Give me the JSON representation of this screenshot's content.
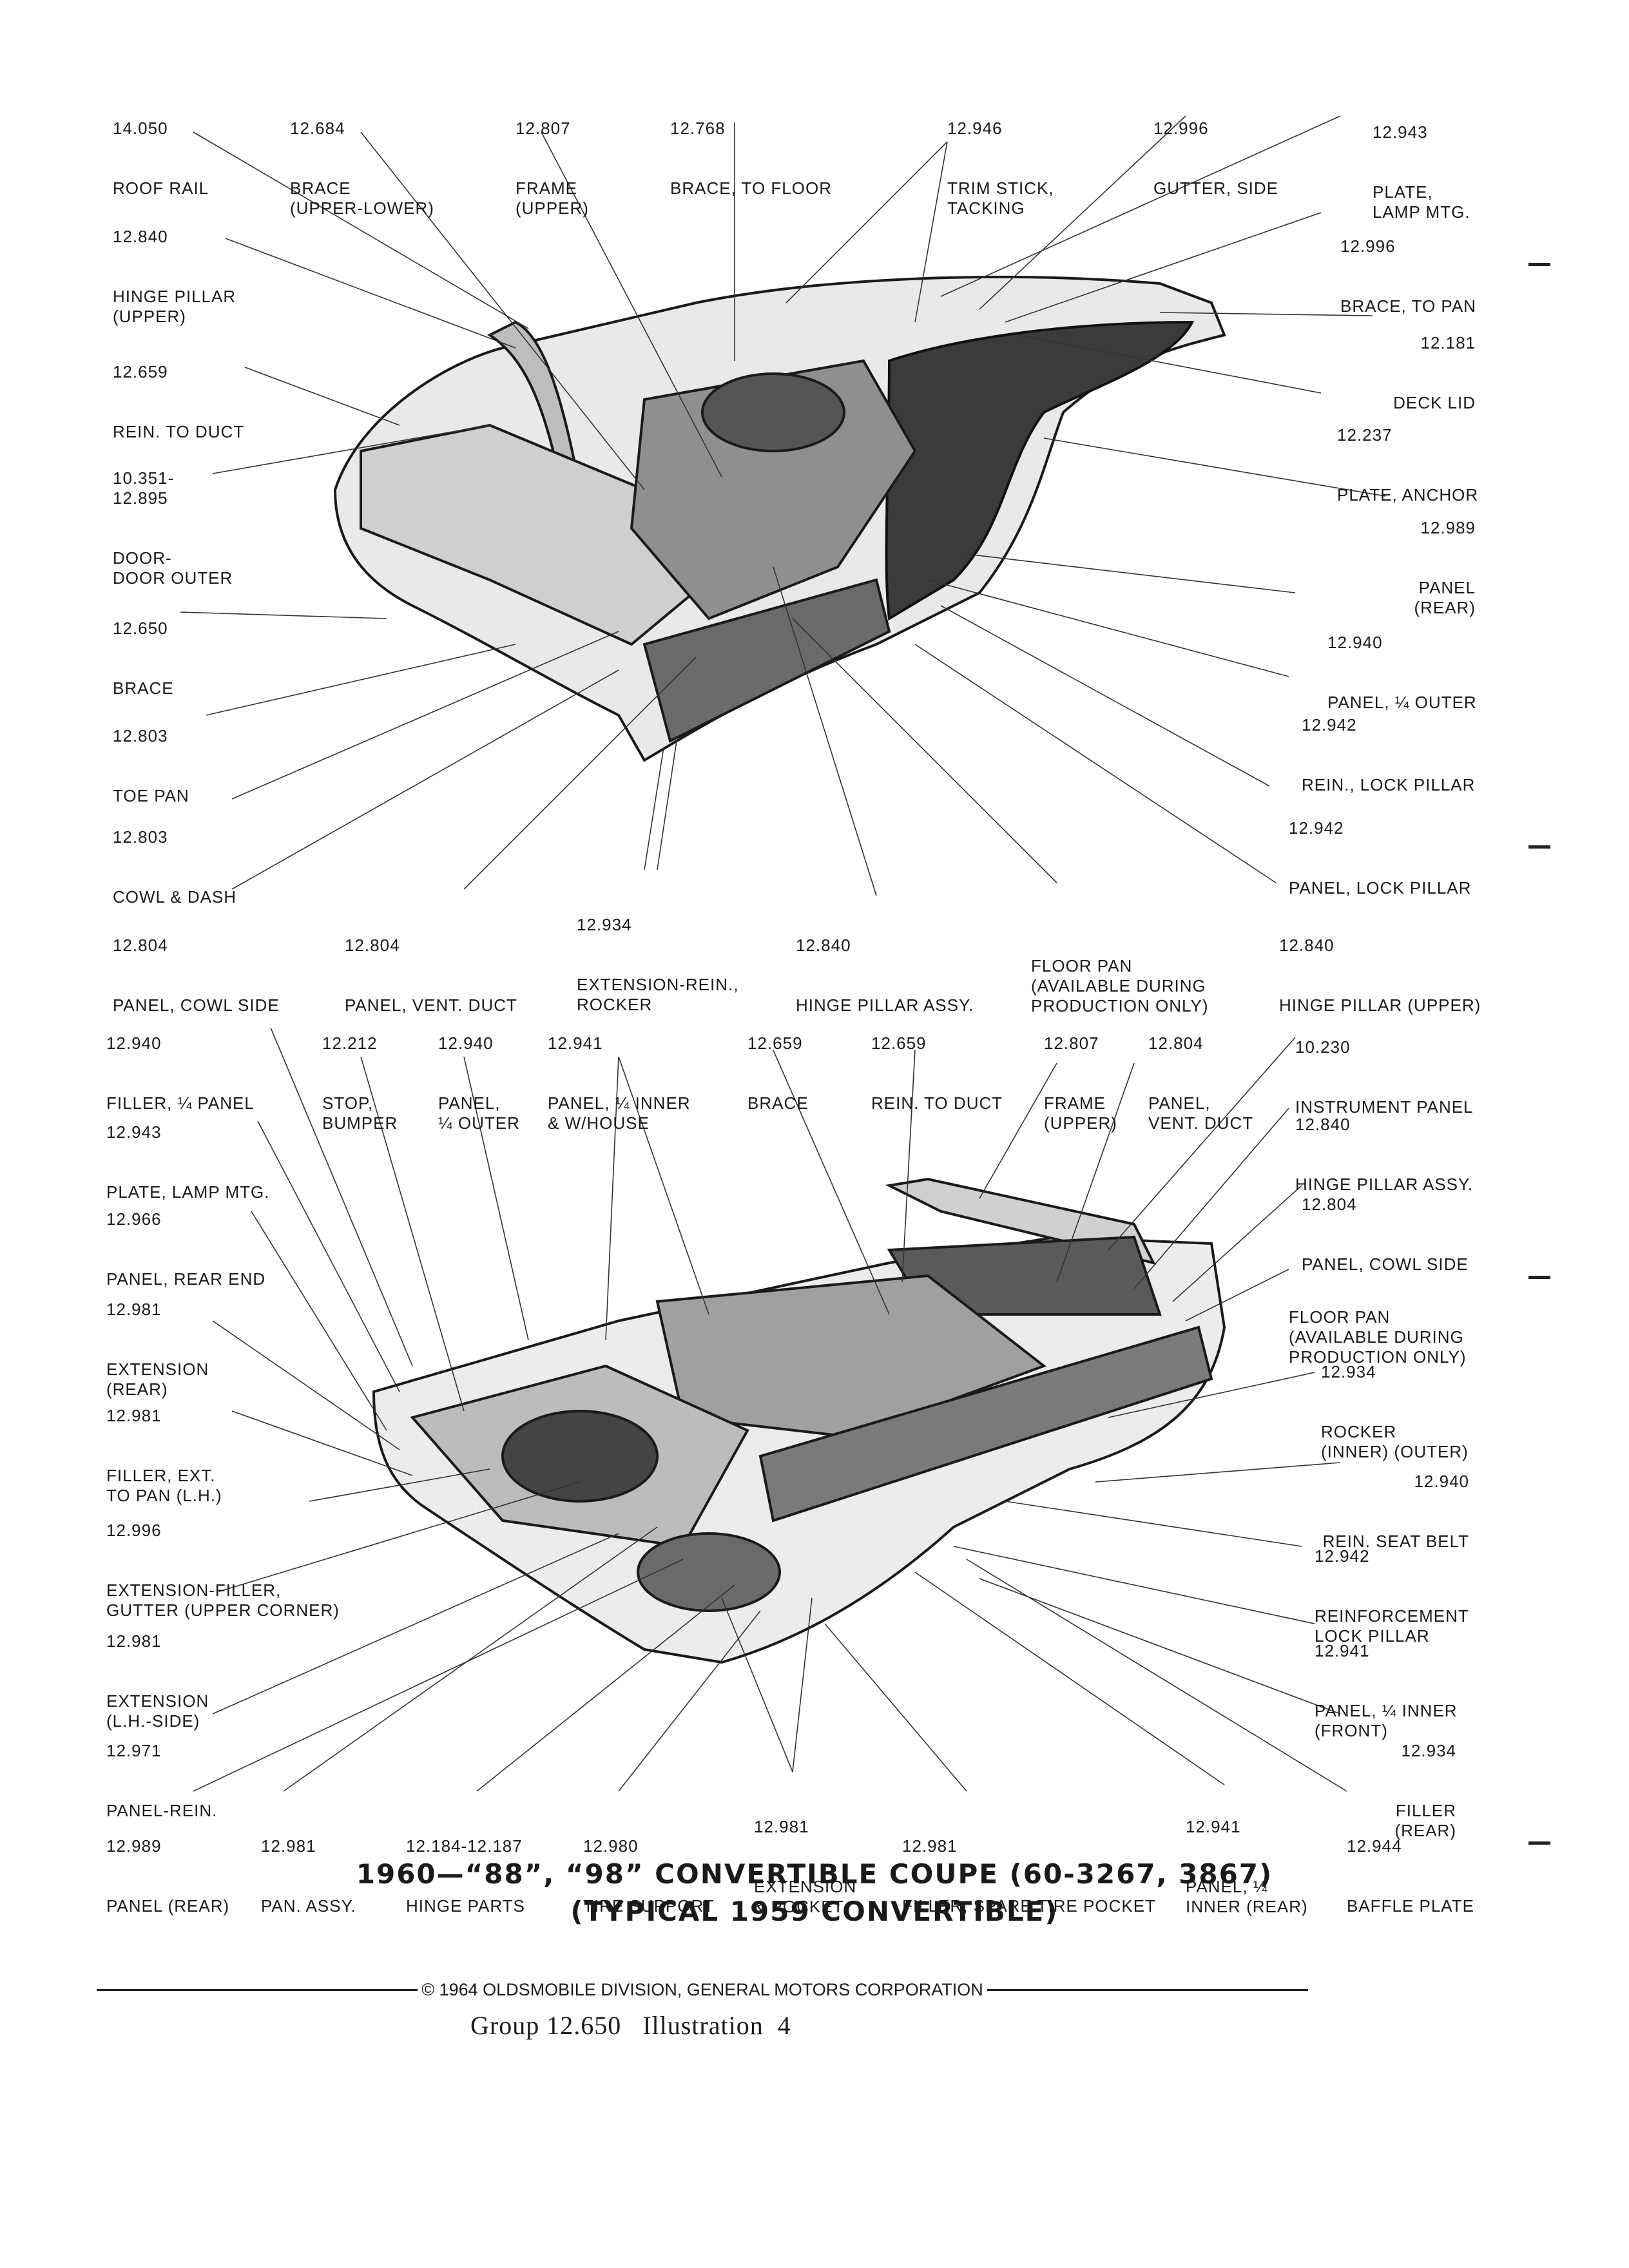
{
  "top_view": {
    "callouts": [
      {
        "number": "14.050",
        "description": "ROOF RAIL"
      },
      {
        "number": "12.684",
        "description": "BRACE\n(UPPER-LOWER)"
      },
      {
        "number": "12.807",
        "description": "FRAME\n(UPPER)"
      },
      {
        "number": "12.768",
        "description": "BRACE, TO FLOOR"
      },
      {
        "number": "12.946",
        "description": "TRIM STICK,\nTACKING"
      },
      {
        "number": "12.996",
        "description": "GUTTER, SIDE"
      },
      {
        "number": "12.943",
        "description": "PLATE,\nLAMP MTG."
      },
      {
        "number": "12.840",
        "description": "HINGE PILLAR\n(UPPER)"
      },
      {
        "number": "12.996",
        "description": "BRACE, TO PAN"
      },
      {
        "number": "12.181",
        "description": "DECK LID"
      },
      {
        "number": "12.659",
        "description": "REIN. TO DUCT"
      },
      {
        "number": "12.237",
        "description": "PLATE, ANCHOR"
      },
      {
        "number": "10.351-\n12.895",
        "description": "DOOR-\nDOOR OUTER"
      },
      {
        "number": "12.989",
        "description": "PANEL\n(REAR)"
      },
      {
        "number": "12.650",
        "description": "BRACE"
      },
      {
        "number": "12.940",
        "description": "PANEL, ¼ OUTER"
      },
      {
        "number": "12.942",
        "description": "REIN., LOCK PILLAR"
      },
      {
        "number": "12.803",
        "description": "TOE PAN"
      },
      {
        "number": "12.803",
        "description": "COWL & DASH"
      },
      {
        "number": "12.942",
        "description": "PANEL, LOCK PILLAR"
      },
      {
        "number": "12.934",
        "description": "EXTENSION-REIN.,\nROCKER"
      },
      {
        "number": "12.804",
        "description": "PANEL, COWL SIDE"
      },
      {
        "number": "12.804",
        "description": "PANEL, VENT. DUCT"
      },
      {
        "number": "12.840",
        "description": "HINGE PILLAR ASSY."
      },
      {
        "number": "",
        "description": "FLOOR PAN\n(AVAILABLE DURING\nPRODUCTION ONLY)"
      },
      {
        "number": "12.840",
        "description": "HINGE PILLAR (UPPER)"
      }
    ]
  },
  "bottom_view": {
    "callouts": [
      {
        "number": "12.940",
        "description": "FILLER, ¼ PANEL"
      },
      {
        "number": "12.212",
        "description": "STOP,\nBUMPER"
      },
      {
        "number": "12.940",
        "description": "PANEL,\n¼ OUTER"
      },
      {
        "number": "12.941",
        "description": "PANEL, ¼ INNER\n& W/HOUSE"
      },
      {
        "number": "12.659",
        "description": "BRACE"
      },
      {
        "number": "12.659",
        "description": "REIN. TO DUCT"
      },
      {
        "number": "12.807",
        "description": "FRAME\n(UPPER)"
      },
      {
        "number": "12.804",
        "description": "PANEL,\nVENT. DUCT"
      },
      {
        "number": "10.230",
        "description": "INSTRUMENT PANEL"
      },
      {
        "number": "12.943",
        "description": "PLATE, LAMP MTG."
      },
      {
        "number": "12.840",
        "description": "HINGE PILLAR ASSY."
      },
      {
        "number": "12.966",
        "description": "PANEL, REAR END"
      },
      {
        "number": "12.804",
        "description": "PANEL, COWL SIDE"
      },
      {
        "number": "",
        "description": "FLOOR PAN\n(AVAILABLE DURING\nPRODUCTION ONLY)"
      },
      {
        "number": "12.981",
        "description": "EXTENSION\n(REAR)"
      },
      {
        "number": "12.934",
        "description": "ROCKER\n(INNER) (OUTER)"
      },
      {
        "number": "12.981",
        "description": "FILLER, EXT.\nTO PAN (L.H.)"
      },
      {
        "number": "12.940",
        "description": "REIN. SEAT BELT"
      },
      {
        "number": "12.996",
        "description": "EXTENSION-FILLER,\nGUTTER (UPPER CORNER)"
      },
      {
        "number": "12.942",
        "description": "REINFORCEMENT\nLOCK PILLAR"
      },
      {
        "number": "12.981",
        "description": "EXTENSION\n(L.H.-SIDE)"
      },
      {
        "number": "12.941",
        "description": "PANEL, ¼ INNER\n(FRONT)"
      },
      {
        "number": "12.971",
        "description": "PANEL-REIN."
      },
      {
        "number": "12.934",
        "description": "FILLER\n(REAR)"
      },
      {
        "number": "12.989",
        "description": "PANEL (REAR)"
      },
      {
        "number": "12.981",
        "description": "PAN. ASSY."
      },
      {
        "number": "12.184-12.187",
        "description": "HINGE PARTS"
      },
      {
        "number": "12.980",
        "description": "TIRE SUPPORT"
      },
      {
        "number": "12.981",
        "description": "EXTENSION\n& POCKET"
      },
      {
        "number": "12.981",
        "description": "FILLER, SPARE TIRE POCKET"
      },
      {
        "number": "12.941",
        "description": "PANEL, ¼\nINNER (REAR)"
      },
      {
        "number": "12.944",
        "description": "BAFFLE PLATE"
      }
    ]
  },
  "caption": {
    "line1": "1960—“88”, “98” CONVERTIBLE COUPE (60-3267, 3867)",
    "line2": "(TYPICAL 1959 CONVERTIBLE)"
  },
  "copyright": "© 1964 OLDSMOBILE DIVISION, GENERAL MOTORS CORPORATION",
  "group_ref": "Group 12.650   Illustration  4",
  "colors": {
    "ink": "#1a1a1a",
    "shade": "#4a4a4a",
    "paper": "#ffffff"
  }
}
